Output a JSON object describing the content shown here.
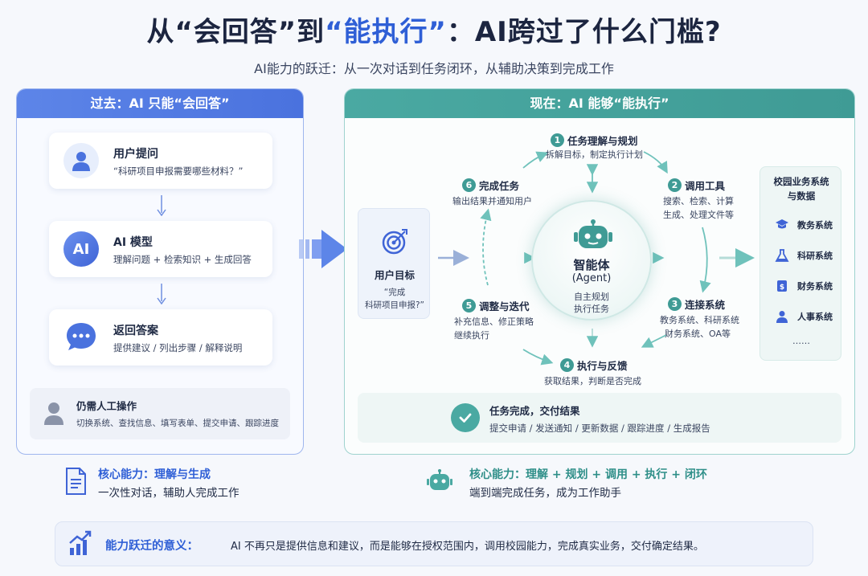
{
  "title": {
    "part1": "从“会回答”到",
    "highlight": "“能执行”",
    "part2": "：AI跨过了什么门槛?"
  },
  "subtitle": "AI能力的跃迁：从一次对话到任务闭环，从辅助决策到完成工作",
  "left": {
    "header": "过去：AI 只能“会回答”",
    "card1": {
      "title": "用户提问",
      "sub": "“科研项目申报需要哪些材料？”"
    },
    "card2": {
      "icon_text": "AI",
      "title": "AI 模型",
      "sub": "理解问题 + 检索知识 + 生成回答"
    },
    "card3": {
      "title": "返回答案",
      "sub": "提供建议 / 列出步骤 / 解释说明"
    },
    "manual": {
      "title": "仍需人工操作",
      "sub": "切换系统、查找信息、填写表单、提交申请、跟踪进度"
    },
    "core_title": "核心能力：理解与生成",
    "core_sub": "一次性对话，辅助人完成工作"
  },
  "right": {
    "header": "现在：AI 能够“能执行”",
    "goal": {
      "title": "用户目标",
      "sub1": "“完成",
      "sub2": "科研项目申报?”"
    },
    "agent": {
      "title": "智能体",
      "en": "(Agent)",
      "sub1": "自主规划",
      "sub2": "执行任务"
    },
    "steps": [
      {
        "num": "1",
        "title": "任务理解与规划",
        "desc": [
          "拆解目标，制定执行计划"
        ]
      },
      {
        "num": "2",
        "title": "调用工具",
        "desc": [
          "搜索、检索、计算",
          "生成、处理文件等"
        ]
      },
      {
        "num": "3",
        "title": "连接系统",
        "desc": [
          "教务系统、科研系统",
          "财务系统、OA等"
        ]
      },
      {
        "num": "4",
        "title": "执行与反馈",
        "desc": [
          "获取结果，判断是否完成"
        ]
      },
      {
        "num": "5",
        "title": "调整与迭代",
        "desc": [
          "补充信息、修正策略",
          "继续执行"
        ]
      },
      {
        "num": "6",
        "title": "完成任务",
        "desc": [
          "输出结果并通知用户"
        ]
      }
    ],
    "systems": {
      "title1": "校园业务系统",
      "title2": "与数据",
      "items": [
        "教务系统",
        "科研系统",
        "财务系统",
        "人事系统"
      ],
      "more": "……"
    },
    "done": {
      "title": "任务完成，交付结果",
      "sub": "提交申请 / 发送通知 / 更新数据 / 跟踪进度 / 生成报告"
    },
    "core_title": "核心能力：理解 + 规划 + 调用 + 执行 + 闭环",
    "core_sub": "端到端完成任务，成为工作助手"
  },
  "meaning": {
    "label": "能力跃迁的意义：",
    "text": "AI 不再只是提供信息和建议，而是能够在授权范围内，调用校园能力，完成真实业务，交付确定结果。"
  },
  "colors": {
    "blue": "#2f5fd6",
    "teal": "#3f9b95",
    "left_border": "#9fb6ee",
    "right_border": "#9fd3cf"
  },
  "icons": [
    "user-icon",
    "ai-model-icon",
    "chat-bubble-icon",
    "worker-icon",
    "document-icon",
    "big-arrow-icon",
    "target-icon",
    "robot-icon",
    "graduation-cap-icon",
    "flask-icon",
    "finance-icon",
    "person-icon",
    "check-icon",
    "chart-growth-icon"
  ]
}
